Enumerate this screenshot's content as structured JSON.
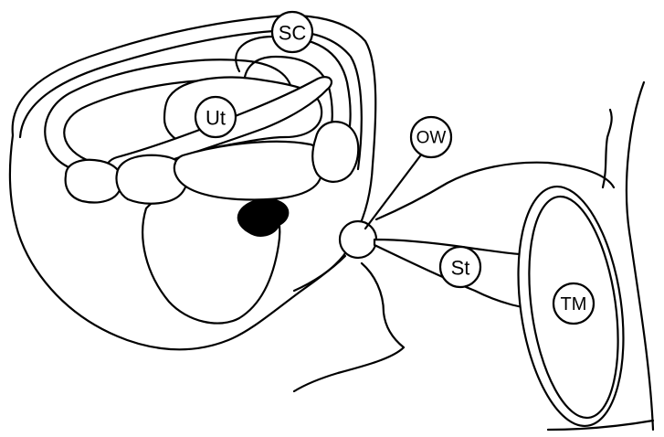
{
  "labels": {
    "sc": "SC",
    "ut": "Ut",
    "ow": "OW",
    "st": "St",
    "tm": "TM"
  },
  "colors": {
    "stroke": "#000000",
    "background": "#ffffff",
    "dark_mass": "#000000"
  }
}
